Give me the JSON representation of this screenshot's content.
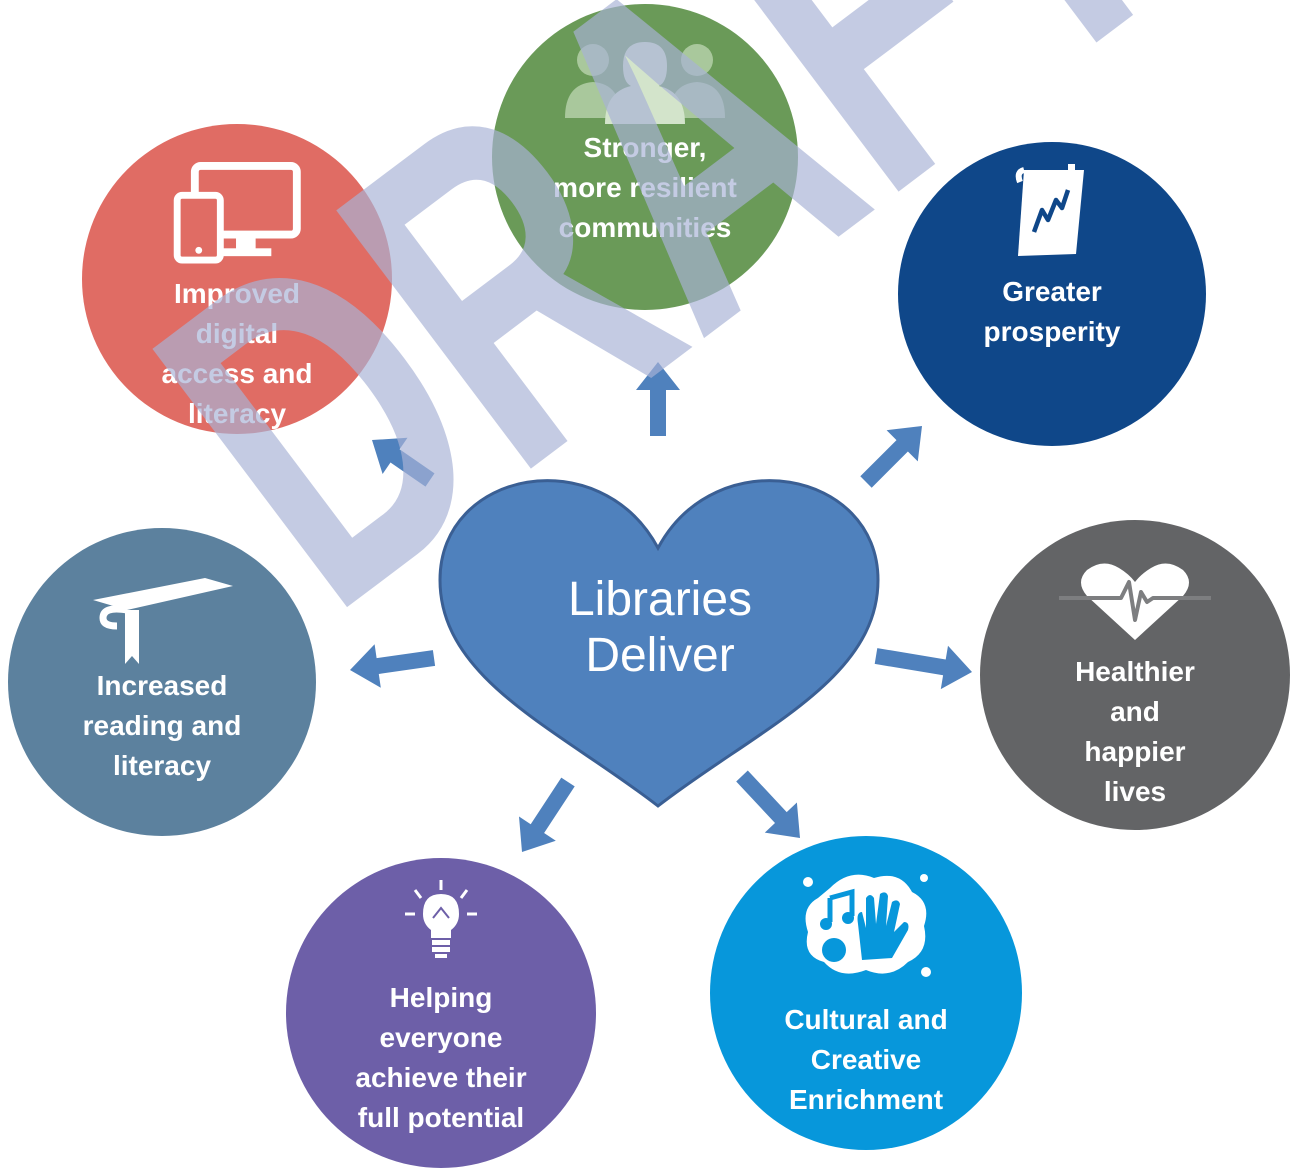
{
  "colors": {
    "red": "#e06c64",
    "green": "#6a9a58",
    "navy": "#0f4789",
    "slate": "#5c819e",
    "gray": "#636466",
    "purple": "#6d5fa8",
    "cyan": "#0797db",
    "heart": "#4f81bd",
    "heart_stroke": "#3a5f94",
    "arrow": "#4f81bd",
    "watermark": "#a8b2d6"
  },
  "center": {
    "text": "Libraries\nDeliver"
  },
  "watermark": {
    "text": "DRAFT"
  },
  "outcomes": [
    {
      "id": "digital",
      "label": "Improved\ndigital\naccess and\nliteracy",
      "icon": "devices-icon"
    },
    {
      "id": "communities",
      "label": "Stronger,\nmore resilient\ncommunities",
      "icon": "people-icon"
    },
    {
      "id": "prosperity",
      "label": "Greater\nprosperity",
      "icon": "growth-chart-icon"
    },
    {
      "id": "reading",
      "label": "Increased\nreading and\nliteracy",
      "icon": "book-icon"
    },
    {
      "id": "health",
      "label": "Healthier\nand\nhappier\nlives",
      "icon": "heartbeat-icon"
    },
    {
      "id": "potential",
      "label": "Helping\neveryone\nachieve their\nfull potential",
      "icon": "lightbulb-icon"
    },
    {
      "id": "culture",
      "label": "Cultural and\nCreative\nEnrichment",
      "icon": "creative-splash-icon"
    }
  ]
}
